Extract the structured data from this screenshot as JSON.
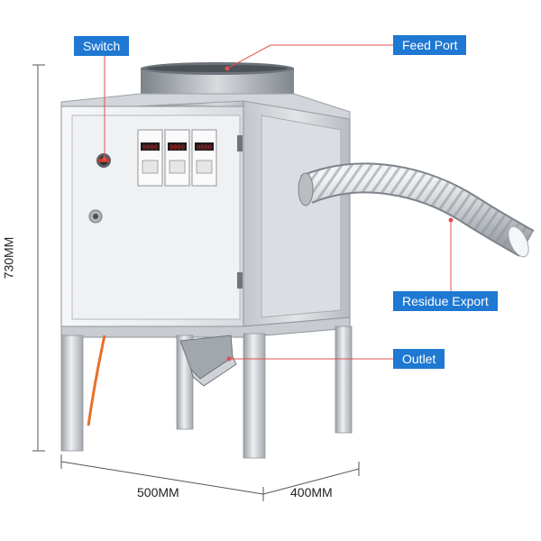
{
  "labels": {
    "switch": "Switch",
    "feed_port": "Feed Port",
    "residue_export": "Residue Export",
    "outlet": "Outlet"
  },
  "dimensions": {
    "height": "730MM",
    "width": "500MM",
    "depth": "400MM"
  },
  "timers": [
    {
      "display": "0000"
    },
    {
      "display": "0000"
    },
    {
      "display": "0000"
    }
  ],
  "colors": {
    "callout_bg": "#1f78d1",
    "leader_line": "#e05050",
    "steel_light": "#eef0f2",
    "steel_mid": "#c9cdd2",
    "steel_dark": "#8e949b",
    "display_red": "#e0202a",
    "cable_orange": "#e8702a"
  }
}
